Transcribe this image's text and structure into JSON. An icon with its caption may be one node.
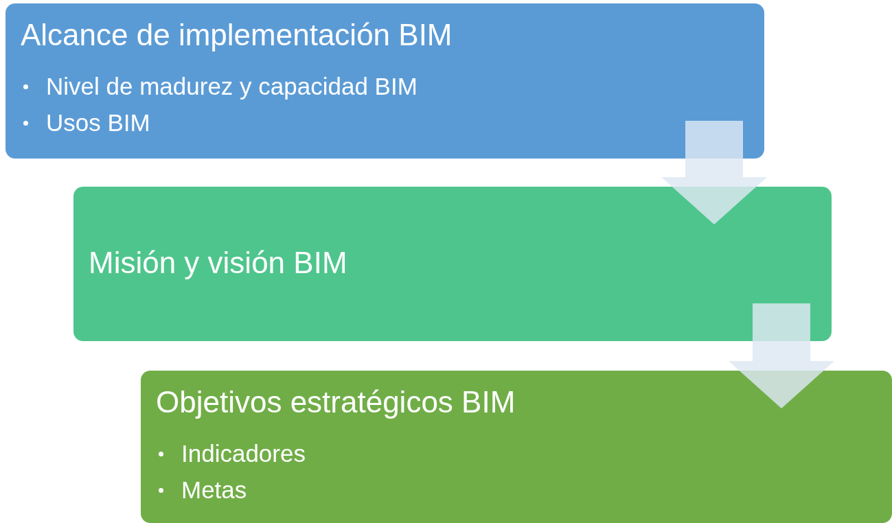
{
  "diagram": {
    "nodes": [
      {
        "text": [
          "Alcance de implementación BIM",
          "Nivel de madurez y capacidad BIM",
          "Usos BIM"
        ]
      },
      {
        "text": [
          "Misión y visión BIM"
        ]
      },
      {
        "text": [
          "Objetivos estratégicos BIM",
          "Indicadores",
          "Metas"
        ]
      }
    ],
    "edges": [
      {
        "from": 0,
        "to": 1,
        "arrow": "to"
      },
      {
        "from": 1,
        "to": 2,
        "arrow": "to"
      }
    ]
  }
}
